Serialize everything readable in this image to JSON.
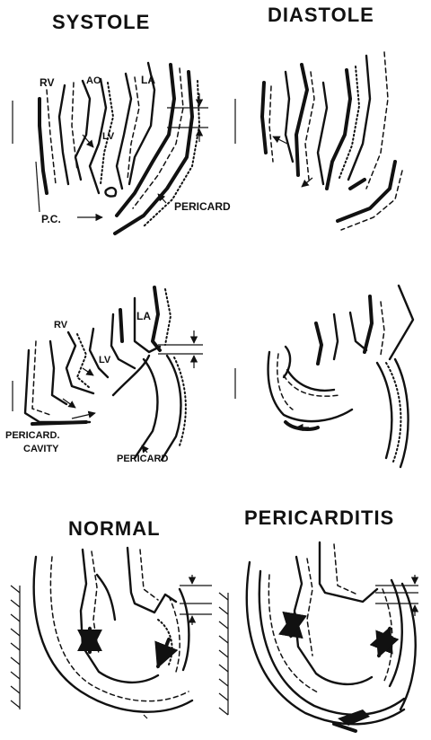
{
  "headings": {
    "systole": "SYSTOLE",
    "diastole": "DIASTOLE",
    "normal": "NORMAL",
    "pericarditis": "PERICARDITIS"
  },
  "labels": {
    "top": {
      "rv": "RV",
      "ao": "AO",
      "la": "LA",
      "lv": "LV",
      "pc": "P.C.",
      "pericard": "PERICARD"
    },
    "middle": {
      "rv": "RV",
      "la": "LA",
      "lv": "LV",
      "pericard_cavity_line1": "PERICARD.",
      "pericard_cavity_line2": "CAVITY",
      "pericard": "PERICARD"
    }
  }
}
